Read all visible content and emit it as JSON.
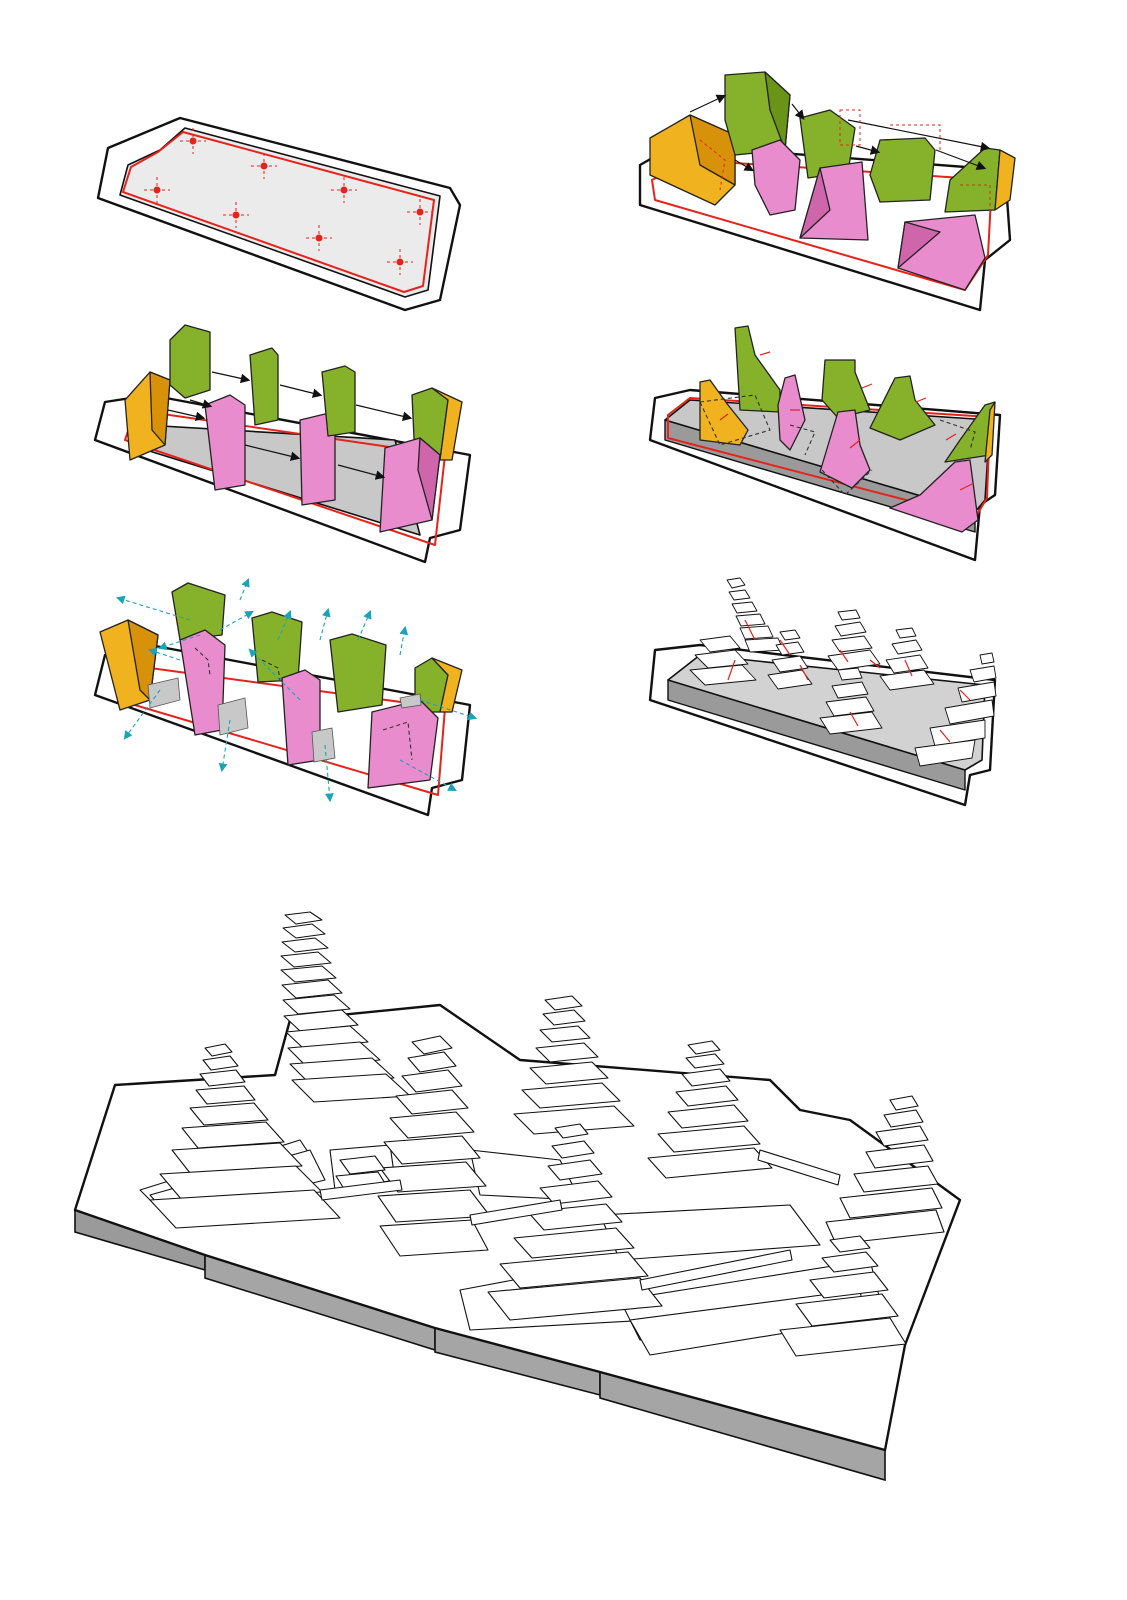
{
  "diagram": {
    "panel_count": 7,
    "colors": {
      "yellow_mass": "#e8a20d",
      "green_mass": "#77a21f",
      "pink_mass": "#e27ac2",
      "site_line": "#e5231b",
      "plaza_gray": "#c8c8c8",
      "view_axis": "#1aa4b8"
    },
    "panels": [
      {
        "id": "site-points",
        "mass_count": 0,
        "point_count": 8
      },
      {
        "id": "rotated-masses",
        "mass_count": 10
      },
      {
        "id": "spaced-masses",
        "mass_count": 10
      },
      {
        "id": "sculpted-masses",
        "mass_count": 10
      },
      {
        "id": "view-axes",
        "mass_count": 10
      },
      {
        "id": "terraced-model",
        "mass_count": 10
      },
      {
        "id": "final-terraced-model",
        "mass_count": 9
      }
    ]
  }
}
